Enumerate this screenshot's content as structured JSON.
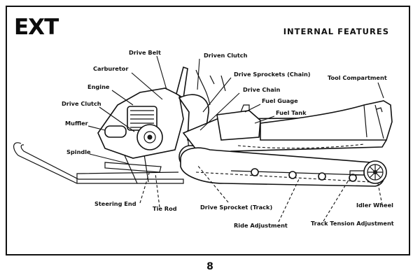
{
  "model_code": "EXT",
  "heading": "INTERNAL  FEATURES",
  "page_number": "8",
  "labels": {
    "drive_belt": "Drive Belt",
    "driven_clutch": "Driven Clutch",
    "carburetor": "Carburetor",
    "drive_sprockets_chain": "Drive Sprockets (Chain)",
    "engine": "Engine",
    "drive_chain": "Drive Chain",
    "fuel_guage": "Fuel Guage",
    "drive_clutch": "Drive Clutch",
    "fuel_tank": "Fuel Tank",
    "muffler": "Muffler",
    "tool_compartment": "Tool Compartment",
    "spindle": "Spindle",
    "steering_end": "Steering End",
    "tie_rod": "Tie Rod",
    "drive_sprocket_track": "Drive Sprocket (Track)",
    "idler_wheel": "Idler Wheel",
    "ride_adjustment": "Ride Adjustment",
    "track_tension_adjustment": "Track Tension Adjustment"
  }
}
